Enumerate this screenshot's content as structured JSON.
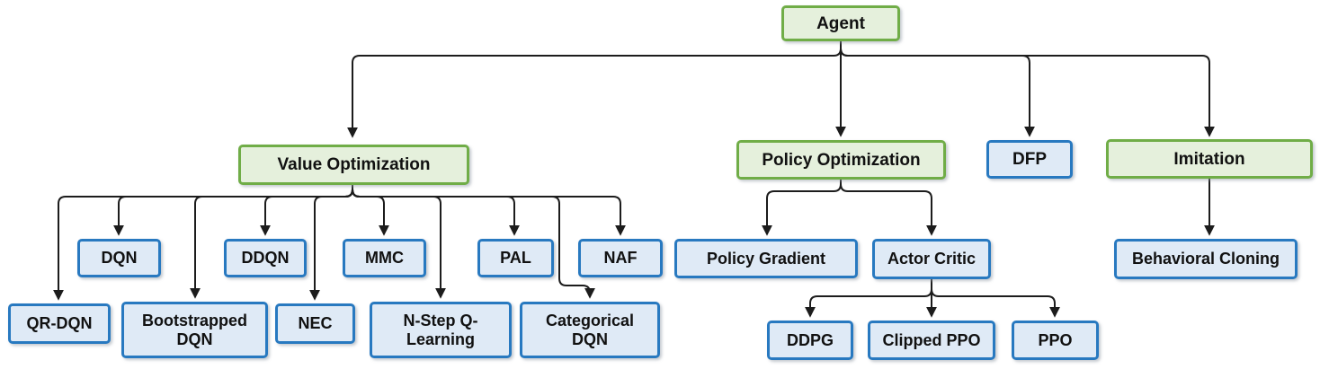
{
  "diagram": {
    "type": "tree-hierarchy",
    "colors": {
      "green_fill": "#e5f0dc",
      "green_border": "#70ad47",
      "blue_fill": "#dfeaf6",
      "blue_border": "#2879c0",
      "line": "#1c1c1c",
      "text": "#111111",
      "background": "#ffffff"
    },
    "nodes": {
      "agent": {
        "label": "Agent",
        "style": "green"
      },
      "value_optimization": {
        "label": "Value Optimization",
        "style": "green"
      },
      "policy_optimization": {
        "label": "Policy Optimization",
        "style": "green"
      },
      "dfp": {
        "label": "DFP",
        "style": "blue"
      },
      "imitation": {
        "label": "Imitation",
        "style": "green"
      },
      "dqn": {
        "label": "DQN",
        "style": "blue"
      },
      "ddqn": {
        "label": "DDQN",
        "style": "blue"
      },
      "mmc": {
        "label": "MMC",
        "style": "blue"
      },
      "pal": {
        "label": "PAL",
        "style": "blue"
      },
      "naf": {
        "label": "NAF",
        "style": "blue"
      },
      "qr_dqn": {
        "label": "QR-DQN",
        "style": "blue"
      },
      "bootstrapped_dqn": {
        "label": "Bootstrapped DQN",
        "style": "blue"
      },
      "nec": {
        "label": "NEC",
        "style": "blue"
      },
      "n_step_q_learning": {
        "label": "N-Step Q-Learning",
        "style": "blue"
      },
      "categorical_dqn": {
        "label": "Categorical DQN",
        "style": "blue"
      },
      "policy_gradient": {
        "label": "Policy Gradient",
        "style": "blue"
      },
      "actor_critic": {
        "label": "Actor Critic",
        "style": "blue"
      },
      "behavioral_cloning": {
        "label": "Behavioral Cloning",
        "style": "blue"
      },
      "ddpg": {
        "label": "DDPG",
        "style": "blue"
      },
      "clipped_ppo": {
        "label": "Clipped PPO",
        "style": "blue"
      },
      "ppo": {
        "label": "PPO",
        "style": "blue"
      }
    },
    "edges": [
      {
        "from": "agent",
        "to": "value_optimization"
      },
      {
        "from": "agent",
        "to": "policy_optimization"
      },
      {
        "from": "agent",
        "to": "dfp"
      },
      {
        "from": "agent",
        "to": "imitation"
      },
      {
        "from": "value_optimization",
        "to": "qr_dqn"
      },
      {
        "from": "value_optimization",
        "to": "dqn"
      },
      {
        "from": "value_optimization",
        "to": "bootstrapped_dqn"
      },
      {
        "from": "value_optimization",
        "to": "ddqn"
      },
      {
        "from": "value_optimization",
        "to": "nec"
      },
      {
        "from": "value_optimization",
        "to": "mmc"
      },
      {
        "from": "value_optimization",
        "to": "n_step_q_learning"
      },
      {
        "from": "value_optimization",
        "to": "pal"
      },
      {
        "from": "value_optimization",
        "to": "categorical_dqn"
      },
      {
        "from": "value_optimization",
        "to": "naf"
      },
      {
        "from": "policy_optimization",
        "to": "policy_gradient"
      },
      {
        "from": "policy_optimization",
        "to": "actor_critic"
      },
      {
        "from": "actor_critic",
        "to": "ddpg"
      },
      {
        "from": "actor_critic",
        "to": "clipped_ppo"
      },
      {
        "from": "actor_critic",
        "to": "ppo"
      },
      {
        "from": "imitation",
        "to": "behavioral_cloning"
      }
    ]
  }
}
